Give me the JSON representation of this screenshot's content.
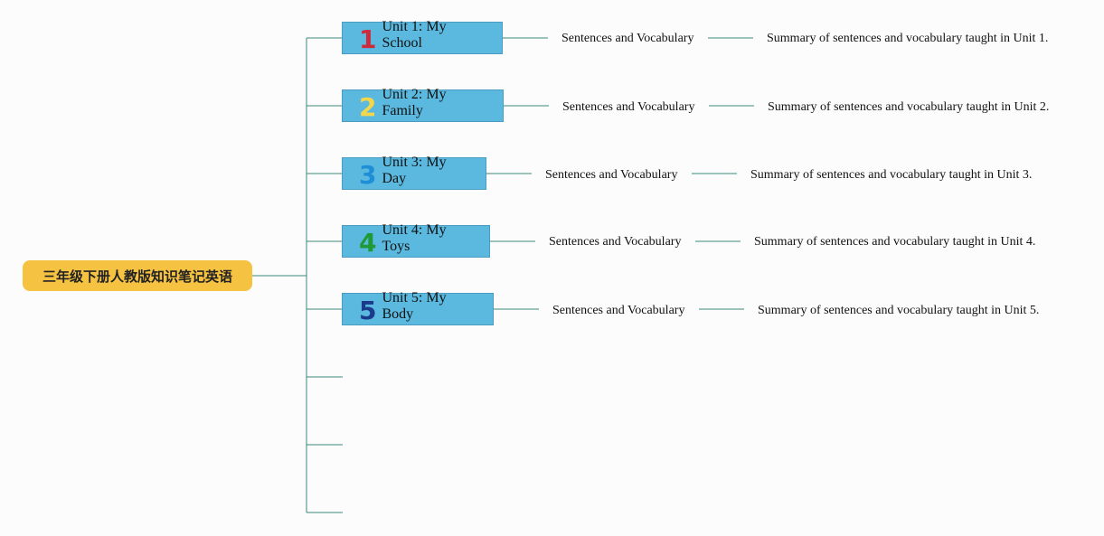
{
  "root": {
    "label": "三年级下册人教版知识笔记英语",
    "color": "#f5c242"
  },
  "theme": {
    "unit_fill": "#5bb8de",
    "line_color": "#3a8a7a"
  },
  "units": [
    {
      "number": "1",
      "title": "Unit 1: My School",
      "child": "Sentences and Vocabulary",
      "summary": "Summary of sentences and vocabulary taught in Unit 1.",
      "number_color": "#cc2b3d"
    },
    {
      "number": "2",
      "title": "Unit 2: My Family",
      "child": "Sentences and Vocabulary",
      "summary": "Summary of sentences and vocabulary taught in Unit 2.",
      "number_color": "#f2d64b"
    },
    {
      "number": "3",
      "title": "Unit 3: My Day",
      "child": "Sentences and Vocabulary",
      "summary": "Summary of sentences and vocabulary taught in Unit 3.",
      "number_color": "#1e8fd6"
    },
    {
      "number": "4",
      "title": "Unit 4: My Toys",
      "child": "Sentences and Vocabulary",
      "summary": "Summary of sentences and vocabulary taught in Unit 4.",
      "number_color": "#1f9a38"
    },
    {
      "number": "5",
      "title": "Unit 5: My Body",
      "child": "Sentences and Vocabulary",
      "summary": "Summary of sentences and vocabulary taught in Unit 5.",
      "number_color": "#1b3a8c"
    }
  ]
}
